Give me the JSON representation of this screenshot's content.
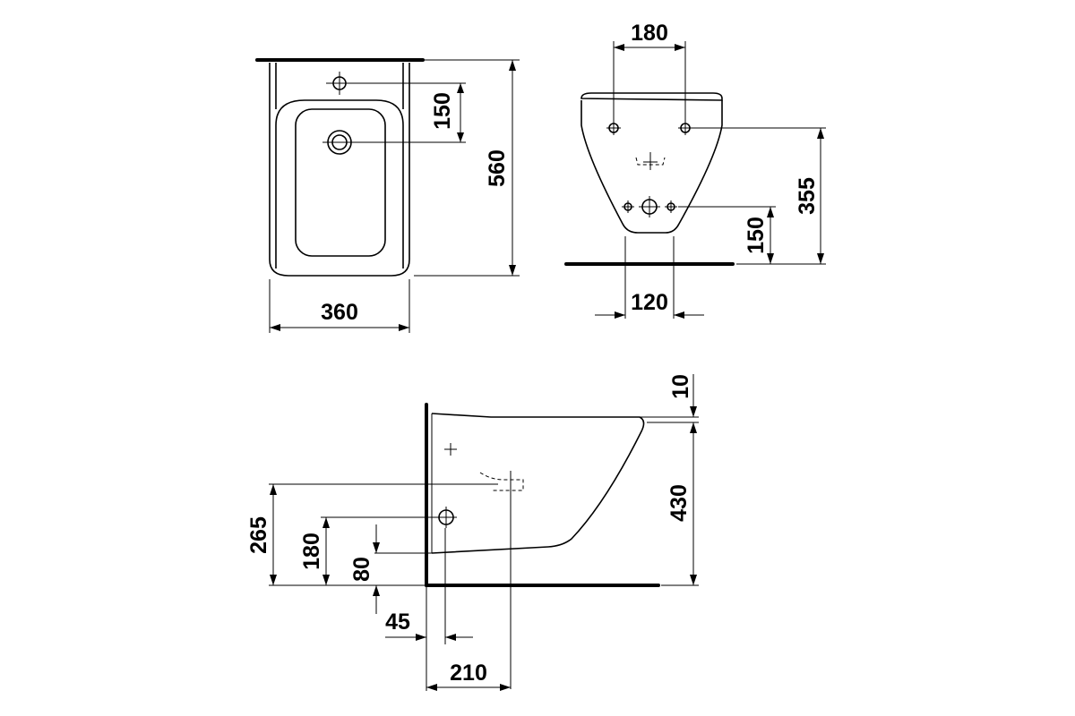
{
  "colors": {
    "line": "#000000",
    "background": "#ffffff"
  },
  "views": {
    "top": {
      "dimensions": {
        "width_360": "360",
        "depth_560": "560",
        "tap_offset_150": "150"
      }
    },
    "rear": {
      "dimensions": {
        "bolt_spacing_180": "180",
        "height_355": "355",
        "height_150": "150",
        "spacing_120": "120"
      }
    },
    "side": {
      "dimensions": {
        "gap_10": "10",
        "height_430": "430",
        "height_265": "265",
        "height_180": "180",
        "height_80": "80",
        "offset_45": "45",
        "offset_210": "210"
      }
    }
  }
}
